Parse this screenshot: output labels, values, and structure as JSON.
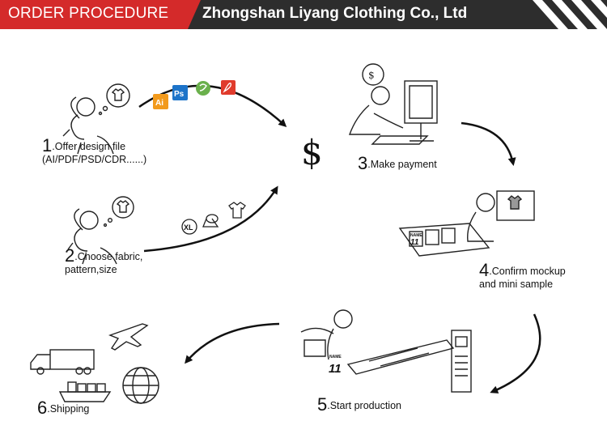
{
  "header": {
    "badge": "ORDER PROCEDURE",
    "company": "Zhongshan Liyang Clothing Co., Ltd",
    "badge_color": "#d42a2a",
    "bar_color": "#2d2d2d"
  },
  "steps": [
    {
      "num": "1",
      "line1": ".Offer design file",
      "line2": "(AI/PDF/PSD/CDR......)"
    },
    {
      "num": "2",
      "line1": ".Choose fabric,",
      "line2": "pattern,size"
    },
    {
      "num": "3",
      "line1": ".Make payment",
      "line2": ""
    },
    {
      "num": "4",
      "line1": ".Confirm mockup",
      "line2": "and mini sample"
    },
    {
      "num": "5",
      "line1": ".Start production",
      "line2": ""
    },
    {
      "num": "6",
      "line1": ".Shipping",
      "line2": ""
    }
  ],
  "payment_symbol": "$",
  "file_icons": [
    {
      "label": "Ai",
      "color": "#f29a1c",
      "icon": "illustrator-icon"
    },
    {
      "label": "Ps",
      "color": "#1d74c9",
      "icon": "photoshop-icon"
    },
    {
      "label": "",
      "color": "#6ab04c",
      "icon": "coreldraw-icon"
    },
    {
      "label": "",
      "color": "#e03b2c",
      "icon": "pdf-icon"
    }
  ],
  "fabric_icons": {
    "size_label": "XL"
  },
  "mockup": {
    "jersey_name": "NAME",
    "jersey_number": "11"
  },
  "production": {
    "jersey_name": "NAME",
    "jersey_number": "11"
  }
}
